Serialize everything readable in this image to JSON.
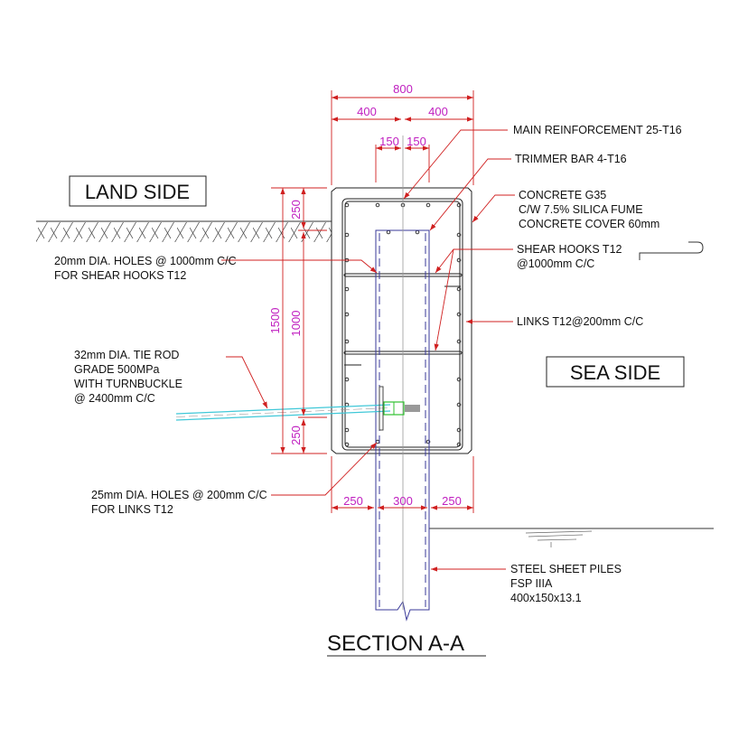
{
  "title": "SECTION A-A",
  "sides": {
    "land": "LAND SIDE",
    "sea": "SEA SIDE"
  },
  "dimensions": {
    "top_overall": "800",
    "top_half_left": "400",
    "top_half_right": "400",
    "pile_half_left": "150",
    "pile_half_right": "150",
    "left_overall": "1500",
    "left_top": "250",
    "left_middle": "1000",
    "left_bottom": "250",
    "bottom_left": "250",
    "bottom_middle": "300",
    "bottom_right": "250"
  },
  "labels": {
    "main_reinforcement": "MAIN REINFORCEMENT 25-T16",
    "trimmer_bar": "TRIMMER BAR 4-T16",
    "concrete": [
      "CONCRETE G35",
      "C/W 7.5% SILICA FUME",
      "CONCRETE COVER 60mm"
    ],
    "shear_hooks": [
      "SHEAR HOOKS T12",
      "@1000mm C/C"
    ],
    "links": "LINKS T12@200mm C/C",
    "shear_hook_holes": [
      "20mm DIA. HOLES @ 1000mm C/C",
      "FOR SHEAR HOOKS T12"
    ],
    "tie_rod": [
      "32mm DIA. TIE ROD",
      "GRADE 500MPa",
      "WITH TURNBUCKLE",
      "@ 2400mm C/C"
    ],
    "link_holes": [
      "25mm DIA. HOLES @ 200mm C/C",
      "FOR LINKS T12"
    ],
    "sheet_piles": [
      "STEEL SHEET PILES",
      "FSP IIIA",
      "400x150x13.1"
    ]
  },
  "colors": {
    "dimension": "#d02020",
    "dimension_text": "#c020c0",
    "tie_rod": "#40c8d8",
    "turnbuckle": "#30c030",
    "pile": "#3a3a9a"
  }
}
